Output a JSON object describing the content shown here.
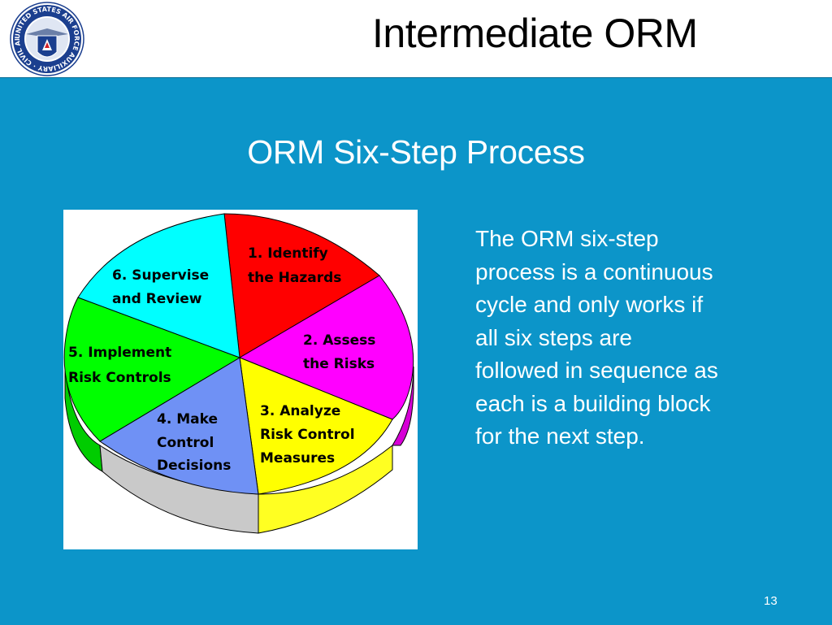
{
  "slide": {
    "title": "Intermediate ORM",
    "subtitle": "ORM Six-Step Process",
    "page_number": "13"
  },
  "logo": {
    "text": "UNITED STATES AIR FORCE AUXILIARY · CIVIL AIR PATROL ·"
  },
  "diagram": {
    "steps": [
      {
        "line1": "1. Identify",
        "line2": "the Hazards",
        "line3": "",
        "color": "#ff0000"
      },
      {
        "line1": "2. Assess",
        "line2": "the Risks",
        "line3": "",
        "color": "#ff00ff"
      },
      {
        "line1": "3. Analyze",
        "line2": "Risk Control",
        "line3": "Measures",
        "color": "#ffff00"
      },
      {
        "line1": "4. Make",
        "line2": "Control",
        "line3": "Decisions",
        "color": "#6f91f5"
      },
      {
        "line1": "5. Implement",
        "line2": "Risk Controls",
        "line3": "",
        "color": "#00ff00"
      },
      {
        "line1": "6. Supervise",
        "line2": "and Review",
        "line3": "",
        "color": "#00ffff"
      }
    ]
  },
  "description": {
    "lines": [
      "The ORM six-step",
      "process is a continuous",
      "cycle and only works if",
      "all six steps are",
      "followed in sequence as",
      "each is a building block",
      "for the next step."
    ]
  },
  "colors": {
    "panel_background": "#0c95c9",
    "text_on_panel": "#ffffff"
  }
}
